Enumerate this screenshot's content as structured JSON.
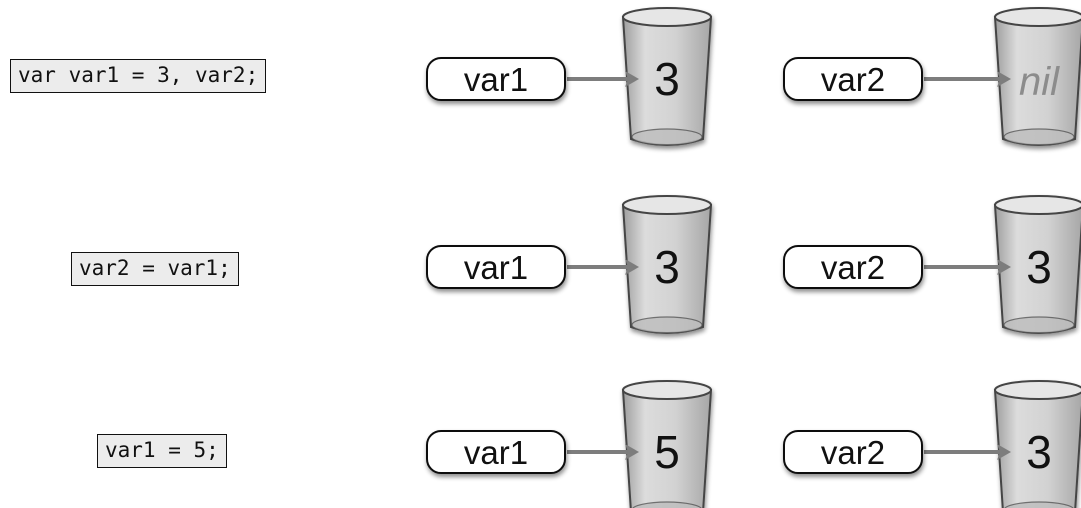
{
  "rows": [
    {
      "code": "var var1 = 3, var2;",
      "vars": [
        {
          "name": "var1",
          "value": "3",
          "is_nil": false
        },
        {
          "name": "var2",
          "value": "nil",
          "is_nil": true
        }
      ]
    },
    {
      "code": "var2 = var1;",
      "vars": [
        {
          "name": "var1",
          "value": "3",
          "is_nil": false
        },
        {
          "name": "var2",
          "value": "3",
          "is_nil": false
        }
      ]
    },
    {
      "code": "var1 = 5;",
      "vars": [
        {
          "name": "var1",
          "value": "5",
          "is_nil": false
        },
        {
          "name": "var2",
          "value": "3",
          "is_nil": false
        }
      ]
    }
  ],
  "colors": {
    "cup_fill": "#c9c9c9",
    "cup_stroke": "#444444",
    "arrow": "#7d7d7d",
    "nil_text": "#8c8c8c",
    "code_bg": "#ececec"
  }
}
